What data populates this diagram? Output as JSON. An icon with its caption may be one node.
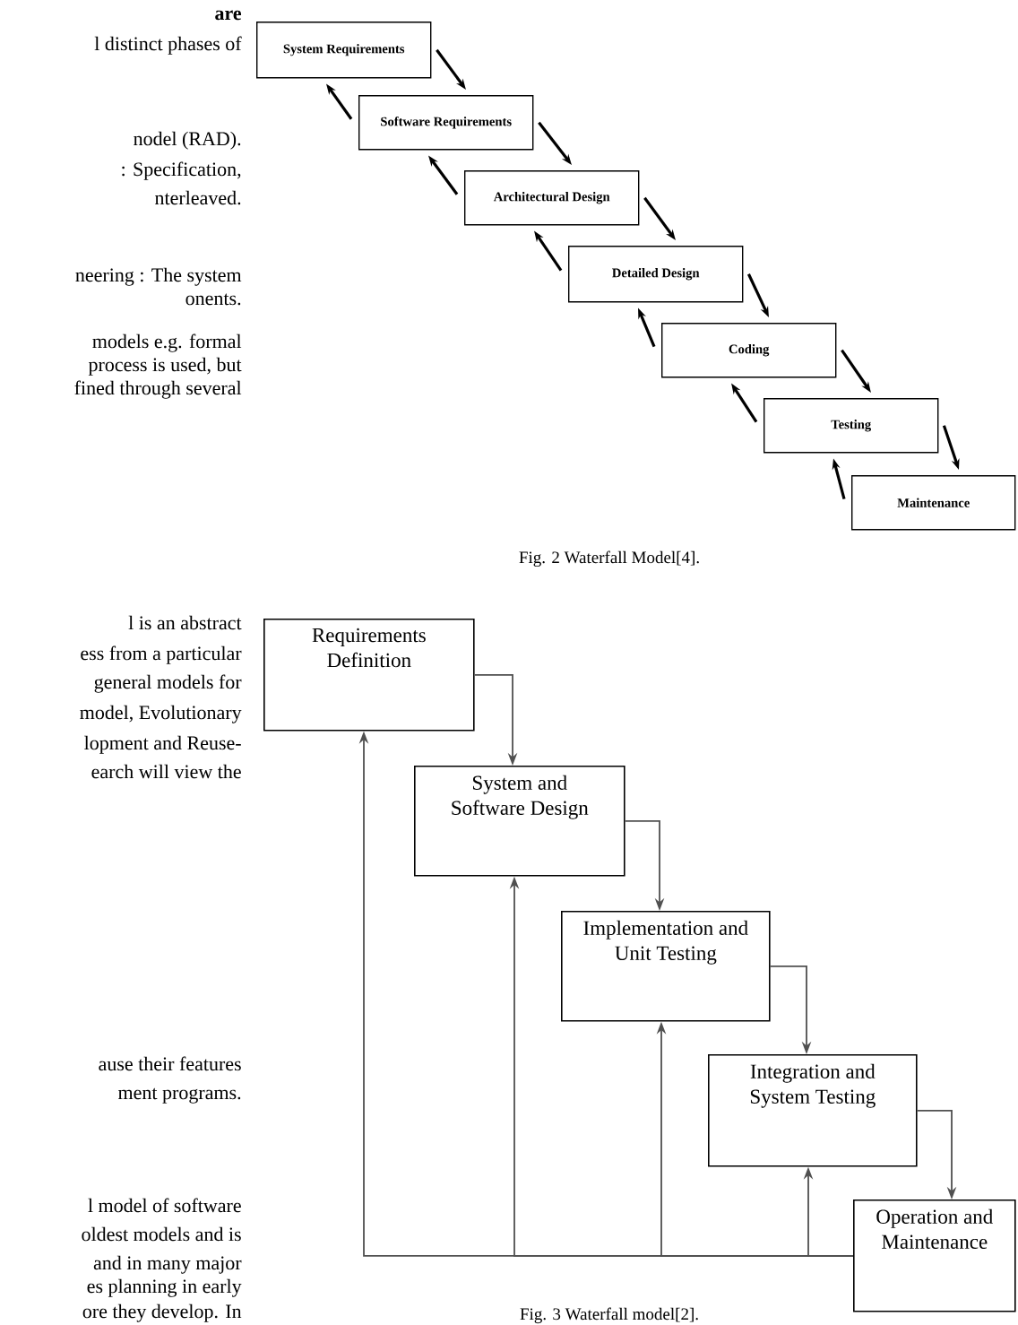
{
  "diagram": {
    "nodes": [
      {
        "text": [
          "System Requirements"
        ]
      },
      {
        "text": [
          "Software Requirements"
        ]
      },
      {
        "text": [
          "Architectural Design"
        ]
      },
      {
        "text": [
          "Detailed Design"
        ]
      },
      {
        "text": [
          "Coding"
        ]
      },
      {
        "text": [
          "Testing"
        ]
      },
      {
        "text": [
          "Maintenance"
        ]
      },
      {
        "text": [
          "Requirements Definition"
        ]
      },
      {
        "text": [
          "System and Software Design"
        ]
      },
      {
        "text": [
          "Implementation and Unit Testing"
        ]
      },
      {
        "text": [
          "Integration and System Testing"
        ]
      },
      {
        "text": [
          "Operation and Maintenance"
        ]
      }
    ],
    "edges": [
      {
        "from": 0,
        "to": 1,
        "arrow": "to"
      },
      {
        "from": 1,
        "to": 0,
        "arrow": "to"
      },
      {
        "from": 1,
        "to": 2,
        "arrow": "to"
      },
      {
        "from": 2,
        "to": 1,
        "arrow": "to"
      },
      {
        "from": 2,
        "to": 3,
        "arrow": "to"
      },
      {
        "from": 3,
        "to": 2,
        "arrow": "to"
      },
      {
        "from": 3,
        "to": 4,
        "arrow": "to"
      },
      {
        "from": 4,
        "to": 3,
        "arrow": "to"
      },
      {
        "from": 4,
        "to": 5,
        "arrow": "to"
      },
      {
        "from": 5,
        "to": 4,
        "arrow": "to"
      },
      {
        "from": 5,
        "to": 6,
        "arrow": "to"
      },
      {
        "from": 6,
        "to": 5,
        "arrow": "to"
      },
      {
        "from": 7,
        "to": 8,
        "arrow": "to"
      },
      {
        "from": 8,
        "to": 9,
        "arrow": "to"
      },
      {
        "from": 9,
        "to": 10,
        "arrow": "to"
      },
      {
        "from": 10,
        "to": 11,
        "arrow": "to"
      },
      {
        "from": 11,
        "to": 7,
        "arrow": "to"
      },
      {
        "from": 11,
        "to": 8,
        "arrow": "to"
      },
      {
        "from": 11,
        "to": 9,
        "arrow": "to"
      },
      {
        "from": 11,
        "to": 10,
        "arrow": "to"
      }
    ],
    "labels": [
      "are",
      "l distinct phases of",
      "nodel (RAD).",
      ": Specification,",
      "nterleaved.",
      "neering : The system",
      "onents.",
      "models e.g. formal",
      "process is used, but",
      "fined through several",
      "Fig. 2 Waterfall Model[4].",
      "l is an abstract",
      "ess from a particular",
      "general models for",
      "model, Evolutionary",
      "lopment and Reuse-",
      "earch will view the",
      "ause their features",
      "ment programs.",
      "l model of software",
      "oldest models and is",
      "and in many major",
      "es planning in early",
      "ore they develop. In",
      "Fig. 3 Waterfall model[2]."
    ]
  }
}
